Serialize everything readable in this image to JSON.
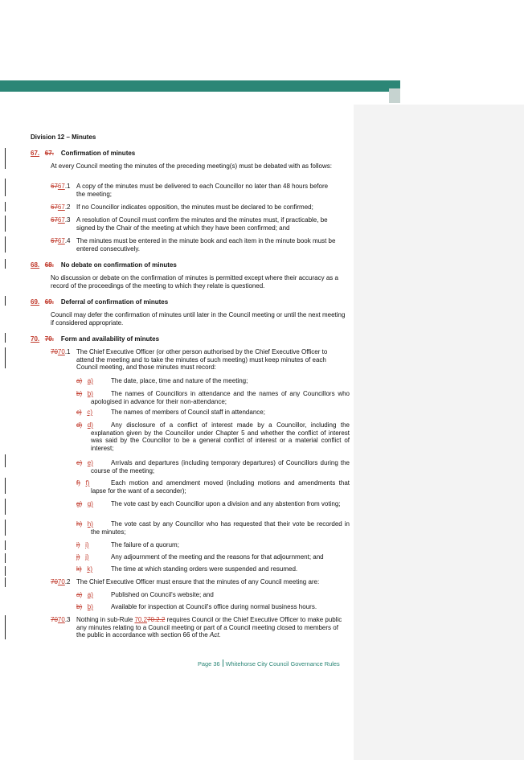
{
  "division_heading": "Division 12 – Minutes",
  "sections": [
    {
      "num_ins": "67.",
      "num_del": "67.",
      "title": "Confirmation of minutes"
    },
    {
      "num_ins": "68.",
      "num_del": "68.",
      "title": "No debate on confirmation of minutes"
    },
    {
      "num_ins": "69.",
      "num_del": "69.",
      "title": "Deferral of confirmation of minutes"
    },
    {
      "num_ins": "70.",
      "num_del": "70.",
      "title": "Form and availability of minutes"
    }
  ],
  "s67": {
    "intro": "At every Council meeting the minutes of the preceding meeting(s) must be debated with as follows:",
    "items": [
      {
        "del": "67",
        "ins": "67",
        "suffix": ".1",
        "text": "A copy of the minutes must be delivered to each Councillor no later than 48 hours before the meeting;"
      },
      {
        "del": "67",
        "ins": "67",
        "suffix": ".2",
        "text": "If no Councillor indicates opposition, the minutes must be declared to be confirmed;"
      },
      {
        "del": "67",
        "ins": "67",
        "suffix": ".3",
        "text": "A resolution of Council must confirm the minutes and the minutes must, if practicable, be signed by the Chair of the meeting at which they have been confirmed; and"
      },
      {
        "del": "67",
        "ins": "67",
        "suffix": ".4",
        "text": "The minutes must be entered in the minute book and each item in the minute book must be entered consecutively."
      }
    ]
  },
  "s68_text": "No discussion or debate on the confirmation of minutes is permitted except where their accuracy as a record of the proceedings of the meeting to which they relate is questioned.",
  "s69_text": "Council may defer the confirmation of minutes until later in the Council meeting or until the next meeting if considered appropriate.",
  "s70": {
    "p1": {
      "del": "70",
      "ins": "70",
      "suffix": ".1",
      "text": "The Chief Executive Officer (or other person authorised by the Chief Executive Officer to attend the meeting and to take the minutes of such meeting) must keep minutes of each Council meeting, and those minutes must record:"
    },
    "list1": [
      {
        "del": "a)",
        "ins": "a)",
        "text": "The date, place, time and nature of the meeting;"
      },
      {
        "del": "b)",
        "ins": "b)",
        "text": "The names of Councillors in attendance and the names of any Councillors who apologised in advance for their non-attendance;"
      },
      {
        "del": "c)",
        "ins": "c)",
        "text": "The names of members of Council staff in attendance;"
      },
      {
        "del": "d)",
        "ins": "d)",
        "text": "Any disclosure of a conflict of interest made by a Councillor, including the explanation given by the Councillor under Chapter 5 and whether the conflict of interest was said by the Councillor to be a general conflict of interest or a material conflict of interest;"
      },
      {
        "del": "e)",
        "ins": "e)",
        "text": "Arrivals and departures (including temporary departures) of Councillors during the course of the meeting;"
      },
      {
        "del": "f)",
        "ins": "f)",
        "text": "Each motion and amendment moved (including motions and amendments that lapse for the want of a seconder);"
      },
      {
        "del": "g)",
        "ins": "g)",
        "text": "The vote cast by each Councillor upon a division and any abstention from voting;"
      },
      {
        "del": "h)",
        "ins": "h)",
        "text": "The vote cast by any Councillor who has requested that their vote be recorded in the minutes;"
      },
      {
        "del": "i)",
        "ins": "i)",
        "text": "The failure of a quorum;"
      },
      {
        "del": "j)",
        "ins": "j)",
        "text": "Any adjournment of the meeting and the reasons for that adjournment; and"
      },
      {
        "del": "k)",
        "ins": "k)",
        "text": "The time at which standing orders were suspended and resumed."
      }
    ],
    "p2": {
      "del": "70",
      "ins": "70",
      "suffix": ".2",
      "text": "The Chief Executive Officer must ensure that the minutes of any Council meeting are:"
    },
    "list2": [
      {
        "del": "a)",
        "ins": "a)",
        "text": "Published on Council's website; and"
      },
      {
        "del": "b)",
        "ins": "b)",
        "text": "Available for inspection at Council's office during normal business hours."
      }
    ],
    "p3": {
      "del": "70",
      "ins": "70",
      "suffix": ".3",
      "pre": "Nothing in sub-Rule ",
      "ref_ins": "70.2",
      "ref_del": "70.2.2",
      "post": " requires Council or the Chief Executive Officer to make public any minutes relating to a Council meeting or part of a Council meeting closed to members of the public in accordance with section 66 of the ",
      "act": "Act",
      "end": "."
    }
  },
  "footer": {
    "page_label": "Page",
    "page_number": "36",
    "doc_title": "Whitehorse City Council Governance Rules"
  },
  "colors": {
    "brand": "#2b8676",
    "revision": "#c0392b",
    "comment_pane": "#f3f3f3"
  }
}
